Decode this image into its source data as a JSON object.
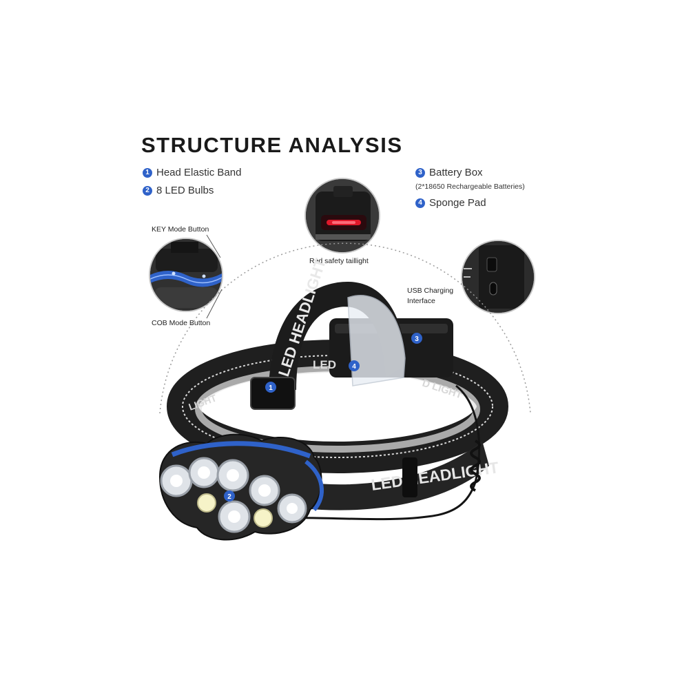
{
  "title": "STRUCTURE ANALYSIS",
  "legend": [
    {
      "number": "1",
      "label": "Head Elastic Band"
    },
    {
      "number": "2",
      "label": "8 LED Bulbs"
    },
    {
      "number": "3",
      "label": "Battery Box",
      "note": "(2*18650 Rechargeable Batteries)"
    },
    {
      "number": "4",
      "label": "Sponge Pad"
    }
  ],
  "callouts": {
    "key_mode": "KEY Mode Button",
    "cob_mode": "COB Mode Button",
    "taillight": "Red safety taillight",
    "usb_line1": "USB Charging",
    "usb_line2": "Interface"
  },
  "band_text": {
    "front": "LED HEADLIGHT",
    "top": "LED HEADLIGHT",
    "left": "LIGHT",
    "right": "D LIGHT",
    "mid": "LED"
  },
  "markers": [
    "1",
    "2",
    "3",
    "4"
  ],
  "colors": {
    "accent_blue": "#2f62c9",
    "band_dark": "#2b2b2b",
    "tail_red": "#e0182a",
    "cob_yellow": "#f6f3c8"
  }
}
